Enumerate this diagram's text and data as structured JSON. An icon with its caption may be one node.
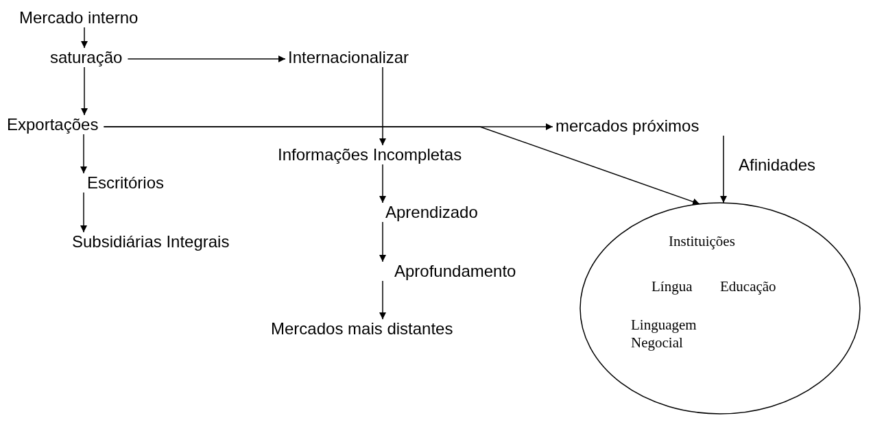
{
  "diagram": {
    "nodes": [
      {
        "text": [
          "Mercado interno"
        ]
      },
      {
        "text": [
          "saturação"
        ]
      },
      {
        "text": [
          "Internacionalizar"
        ]
      },
      {
        "text": [
          "Exportações"
        ]
      },
      {
        "text": [
          "mercados próximos"
        ]
      },
      {
        "text": [
          "Informações Incompletas"
        ]
      },
      {
        "text": [
          "Escritórios"
        ]
      },
      {
        "text": [
          "Subsidiárias Integrais"
        ]
      },
      {
        "text": [
          "Aprendizado"
        ]
      },
      {
        "text": [
          "Aprofundamento"
        ]
      },
      {
        "text": [
          "Mercados mais distantes"
        ]
      },
      {
        "text": [
          "Instituições",
          "Língua",
          "Educação",
          "Linguagem Negocial"
        ]
      }
    ],
    "edges": [
      {
        "from": 0,
        "to": 1,
        "arrow": "to"
      },
      {
        "from": 1,
        "to": 3,
        "arrow": "to"
      },
      {
        "from": 3,
        "to": 6,
        "arrow": "to"
      },
      {
        "from": 6,
        "to": 7,
        "arrow": "to"
      },
      {
        "from": 1,
        "to": 2,
        "arrow": "to"
      },
      {
        "from": 2,
        "to": 5,
        "arrow": "to"
      },
      {
        "from": 5,
        "to": 8,
        "arrow": "to"
      },
      {
        "from": 8,
        "to": 9,
        "arrow": "to"
      },
      {
        "from": 9,
        "to": 10,
        "arrow": "to"
      },
      {
        "from": 3,
        "to": 4,
        "arrow": "to"
      },
      {
        "from": 3,
        "to": 11,
        "arrow": "to"
      },
      {
        "from": 4,
        "to": 11,
        "arrow": "to",
        "label": "Afinidades"
      }
    ]
  }
}
